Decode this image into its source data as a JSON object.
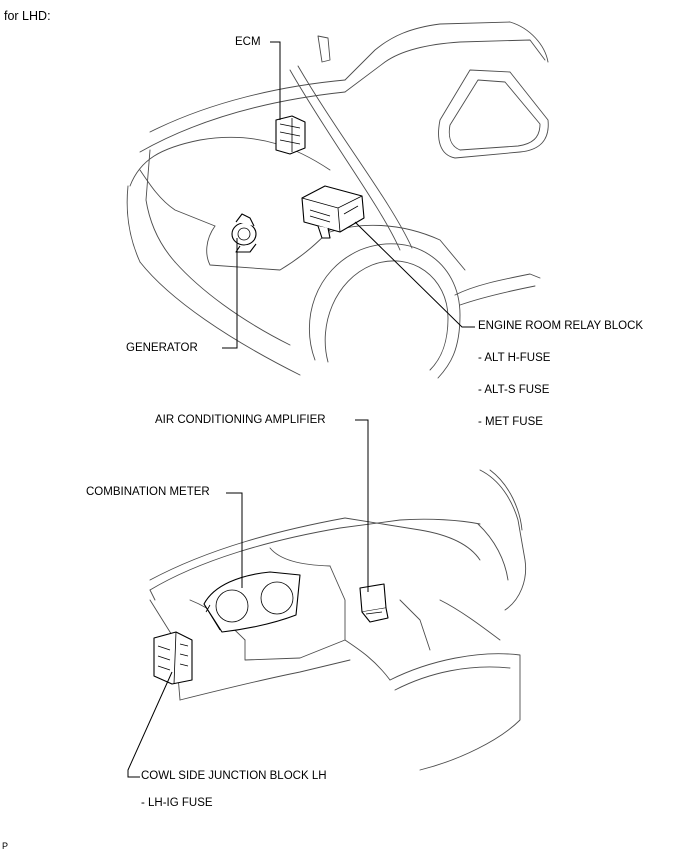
{
  "header": {
    "title": "for LHD:"
  },
  "engine_compartment": {
    "ecm": "ECM",
    "generator": "GENERATOR",
    "engine_room_relay_block": "ENGINE ROOM RELAY BLOCK",
    "relay_block_fuses": [
      "- ALT H-FUSE",
      "- ALT-S FUSE",
      "- MET FUSE"
    ]
  },
  "instrument_panel": {
    "air_conditioning_amplifier": "AIR CONDITIONING AMPLIFIER",
    "combination_meter": "COMBINATION METER",
    "cowl_side_junction_block": "COWL SIDE JUNCTION BLOCK LH",
    "junction_block_fuses": [
      "- LH-IG FUSE"
    ]
  },
  "footer": {
    "code": "P"
  }
}
